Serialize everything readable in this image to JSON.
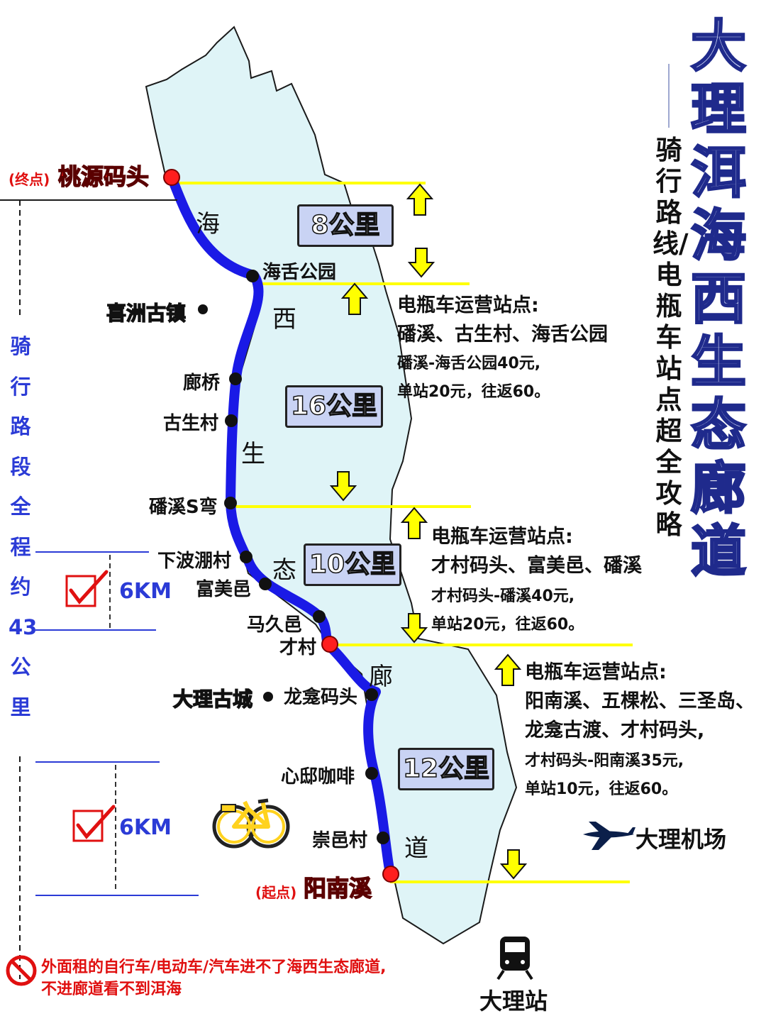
{
  "title": "大理洱海西生态廊道",
  "subtitle": "骑行路线/电瓶车站点超全攻略",
  "endpoint_end": {
    "tag": "(终点)",
    "name": "桃源码头"
  },
  "endpoint_start": {
    "tag": "(起点)",
    "name": "阳南溪"
  },
  "corridor_chars": [
    "海",
    "西",
    "生",
    "态",
    "廊",
    "道"
  ],
  "stops": {
    "haishe": "海舌公园",
    "langqiao": "廊桥",
    "gusheng": "古生村",
    "panxi": "磻溪S弯",
    "xiabo": "下波淜村",
    "fumeiyi": "富美邑",
    "majiuyi": "马久邑",
    "caicun": "才村",
    "longkan": "龙龛码头",
    "xindi": "心邸咖啡",
    "chongyi": "崇邑村"
  },
  "landmarks": {
    "xizhou": "喜洲古镇",
    "gucheng": "大理古城",
    "airport": "大理机场",
    "station": "大理站"
  },
  "distances": [
    "8公里",
    "16公里",
    "10公里",
    "12公里"
  ],
  "info": [
    {
      "heading": "电瓶车运营站点:",
      "stations": "磻溪、古生村、海舌公园",
      "price": "磻溪-海舌公园40元,",
      "note": "单站20元，往返60。"
    },
    {
      "heading": "电瓶车运营站点:",
      "stations": "才村码头、富美邑、磻溪",
      "price": "才村码头-磻溪40元,",
      "note": "单站20元，往返60。"
    },
    {
      "heading": "电瓶车运营站点:",
      "stations": "阳南溪、五棵松、三圣岛、",
      "stations2": "龙龛古渡、才村码头,",
      "price": "才村码头-阳南溪35元,",
      "note": "单站10元，往返60。"
    }
  ],
  "side_label": "骑行路段全程约43公里",
  "km_marks": [
    "6KM",
    "6KM"
  ],
  "warning": [
    "外面租的自行车/电动车/汽车进不了海西生态廊道,",
    "不进廊道看不到洱海"
  ],
  "colors": {
    "lake": "#dff4f7",
    "route": "#1a1ae6",
    "guide": "#ffff00",
    "accent": "#ff1e1e",
    "km": "#2b3bd6"
  }
}
